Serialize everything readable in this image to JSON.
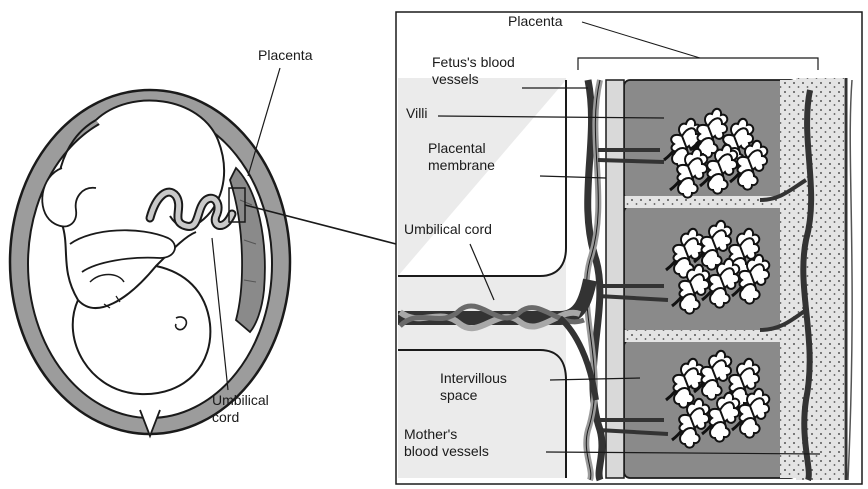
{
  "left_view": {
    "placenta_label": "Placenta",
    "umbilical_label": "Umbilical\ncord"
  },
  "detail_view": {
    "placenta_label": "Placenta",
    "fetus_vessels_label": "Fetus's blood\nvessels",
    "villi_label": "Villi",
    "placental_membrane_label": "Placental\nmembrane",
    "umbilical_cord_label": "Umbilical cord",
    "intervillous_label": "Intervillous\nspace",
    "mother_vessels_label": "Mother's\nblood vessels"
  },
  "colors": {
    "ink": "#1a1a1a",
    "placenta_gray": "#8a8a8a",
    "uterus_gray": "#9c9c9c",
    "light_gray": "#d9d9d9",
    "vessel_dark": "#333333"
  }
}
